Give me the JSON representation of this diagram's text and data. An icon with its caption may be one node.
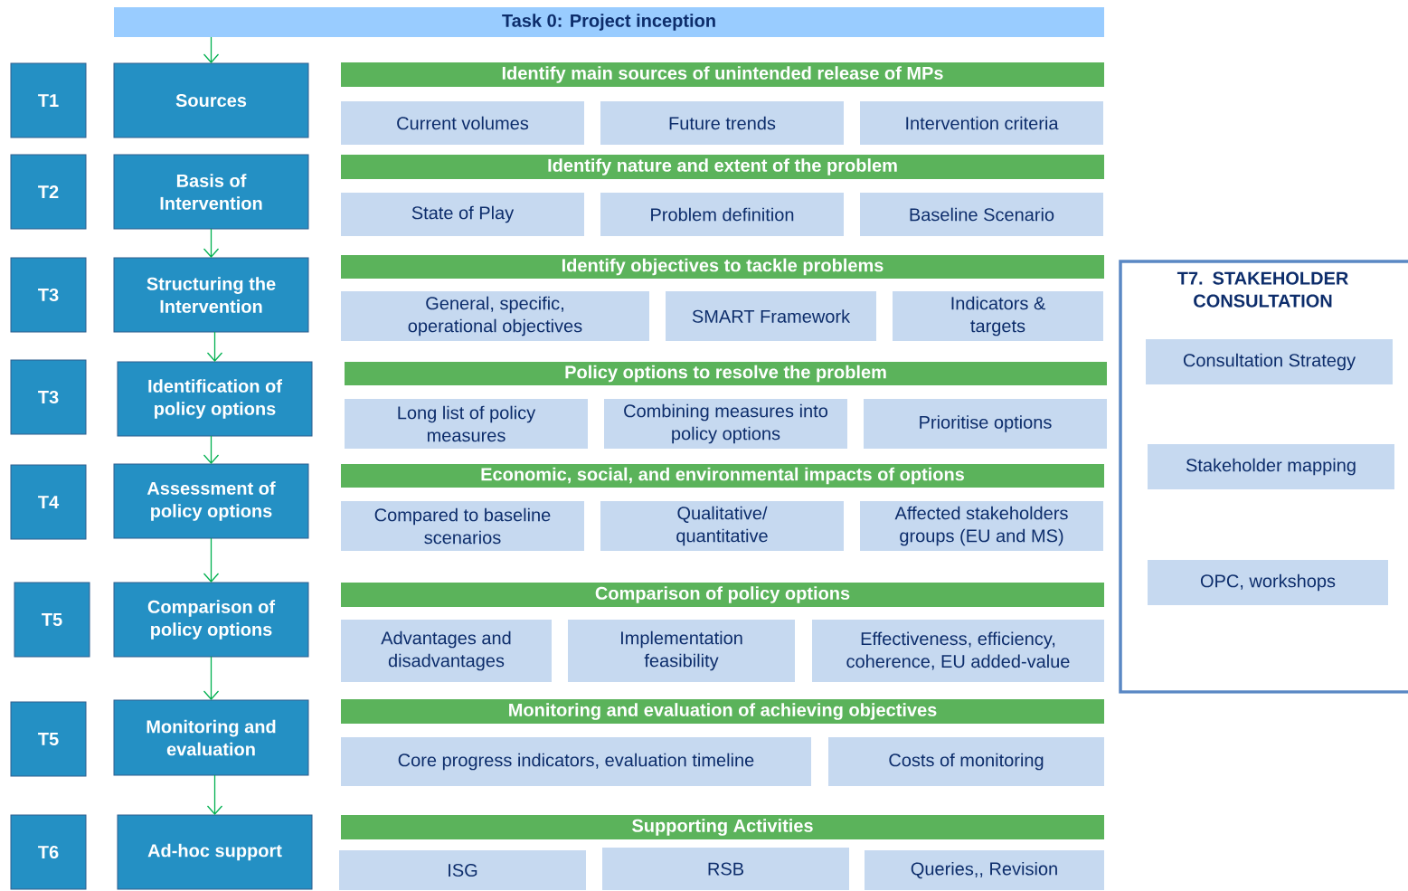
{
  "diagram": {
    "nodes": [
      {
        "text": [
          "Task 0: Project inception"
        ]
      },
      {
        "text": [
          "T1"
        ]
      },
      {
        "text": [
          "Sources"
        ]
      },
      {
        "text": [
          "Identify main sources of unintended release of MPs"
        ]
      },
      {
        "text": [
          "Current volumes"
        ]
      },
      {
        "text": [
          "Future trends"
        ]
      },
      {
        "text": [
          "Intervention criteria"
        ]
      },
      {
        "text": [
          "T2"
        ]
      },
      {
        "text": [
          "Basis of Intervention"
        ]
      },
      {
        "text": [
          "Identify nature and extent of the problem"
        ]
      },
      {
        "text": [
          "State of Play"
        ]
      },
      {
        "text": [
          "Problem definition"
        ]
      },
      {
        "text": [
          "Baseline Scenario"
        ]
      },
      {
        "text": [
          "T3"
        ]
      },
      {
        "text": [
          "Structuring the Intervention"
        ]
      },
      {
        "text": [
          "Identify objectives to tackle problems"
        ]
      },
      {
        "text": [
          "General, specific, operational objectives"
        ]
      },
      {
        "text": [
          "SMART Framework"
        ]
      },
      {
        "text": [
          "Indicators & targets"
        ]
      },
      {
        "text": [
          "T3"
        ]
      },
      {
        "text": [
          "Identification of policy options"
        ]
      },
      {
        "text": [
          "Policy options to resolve the problem"
        ]
      },
      {
        "text": [
          "Long list of policy measures"
        ]
      },
      {
        "text": [
          "Combining measures into policy options"
        ]
      },
      {
        "text": [
          "Prioritise options"
        ]
      },
      {
        "text": [
          "T4"
        ]
      },
      {
        "text": [
          "Assessment of policy options"
        ]
      },
      {
        "text": [
          "Economic, social, and environmental impacts of options"
        ]
      },
      {
        "text": [
          "Compared to baseline scenarios"
        ]
      },
      {
        "text": [
          "Qualitative/ quantitative"
        ]
      },
      {
        "text": [
          "Affected stakeholders groups (EU and MS)"
        ]
      },
      {
        "text": [
          "T5"
        ]
      },
      {
        "text": [
          "Comparison of policy options"
        ]
      },
      {
        "text": [
          "Comparison of policy options"
        ]
      },
      {
        "text": [
          "Advantages and disadvantages"
        ]
      },
      {
        "text": [
          "Implementation feasibility"
        ]
      },
      {
        "text": [
          "Effectiveness, efficiency, coherence, EU added-value"
        ]
      },
      {
        "text": [
          "T5"
        ]
      },
      {
        "text": [
          "Monitoring and evaluation"
        ]
      },
      {
        "text": [
          "Monitoring and evaluation of achieving objectives"
        ]
      },
      {
        "text": [
          "Core progress indicators, evaluation timeline"
        ]
      },
      {
        "text": [
          "Costs of monitoring"
        ]
      },
      {
        "text": [
          "T6"
        ]
      },
      {
        "text": [
          "Ad-hoc support"
        ]
      },
      {
        "text": [
          "Supporting Activities"
        ]
      },
      {
        "text": [
          "ISG"
        ]
      },
      {
        "text": [
          "RSB"
        ]
      },
      {
        "text": [
          "Queries,, Revision"
        ]
      },
      {
        "text": [
          "T7. STAKEHOLDER CONSULTATION"
        ]
      },
      {
        "text": [
          "Consultation Strategy"
        ],
        "in": 48
      },
      {
        "text": [
          "Stakeholder mapping"
        ],
        "in": 48
      },
      {
        "text": [
          "OPC, workshops"
        ],
        "in": 48
      }
    ],
    "edges": [
      {
        "from": 0,
        "to": 2,
        "arrow": "to"
      },
      {
        "from": 8,
        "to": 14,
        "arrow": "to"
      },
      {
        "from": 14,
        "to": 20,
        "arrow": "to"
      },
      {
        "from": 20,
        "to": 26,
        "arrow": "to"
      },
      {
        "from": 26,
        "to": 32,
        "arrow": "to"
      },
      {
        "from": 32,
        "to": 38,
        "arrow": "to"
      },
      {
        "from": 38,
        "to": 43,
        "arrow": "to"
      }
    ]
  }
}
